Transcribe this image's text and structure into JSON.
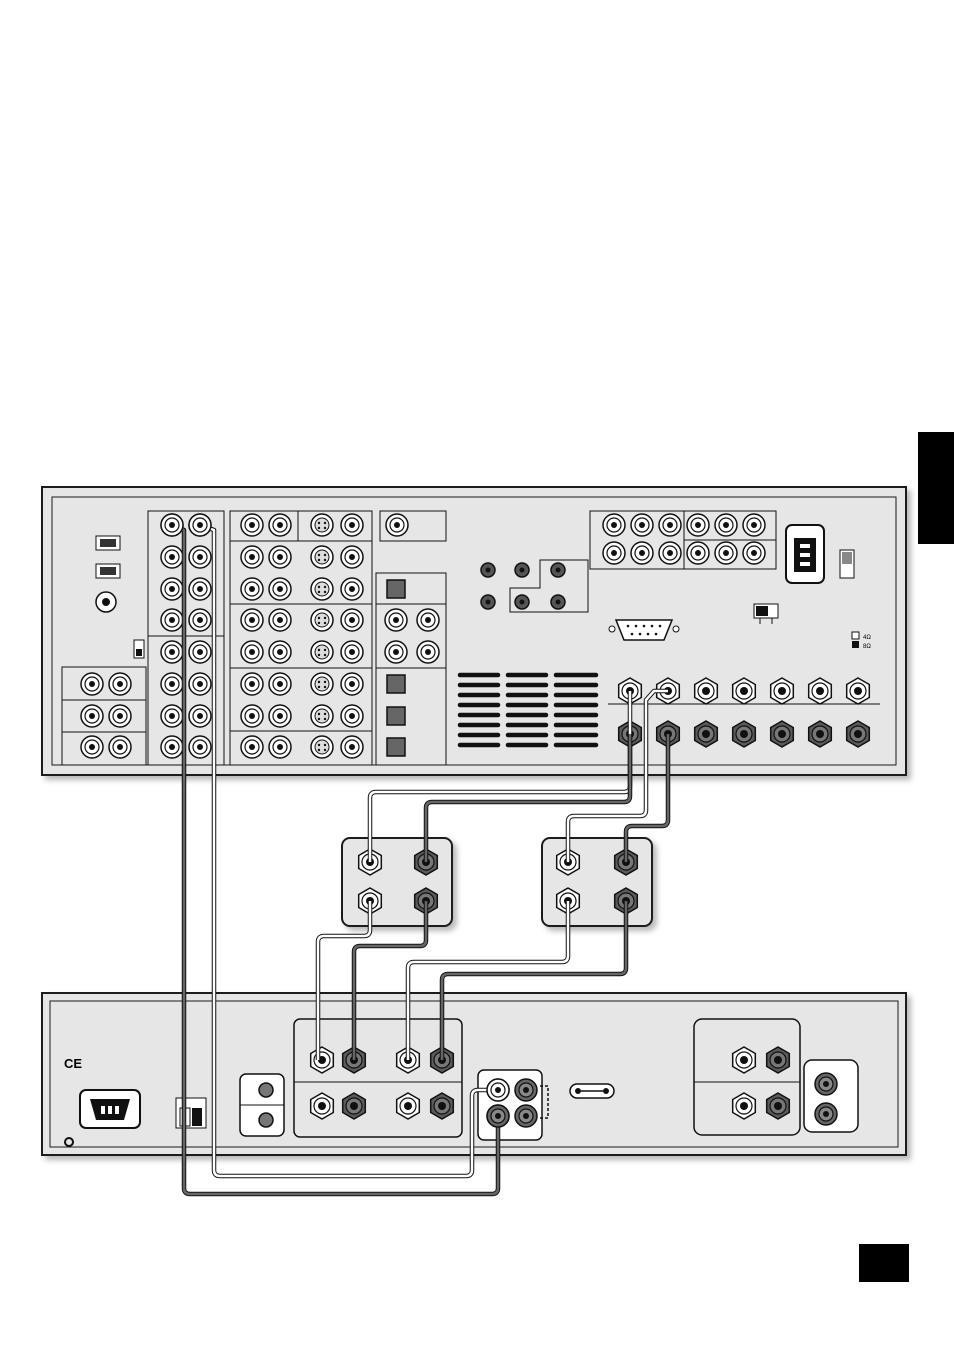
{
  "labels": {
    "ohm_4": "4Ω",
    "ohm_8": "8Ω",
    "ce_mark": "CE"
  },
  "colors": {
    "panel": "#e6e6e6",
    "panel_border": "#1a1a1a",
    "jack_dark": "#555555",
    "jack_light": "#ffffff",
    "cable_dark": "#555555",
    "cable_light": "#ffffff",
    "tab": "#000000"
  }
}
